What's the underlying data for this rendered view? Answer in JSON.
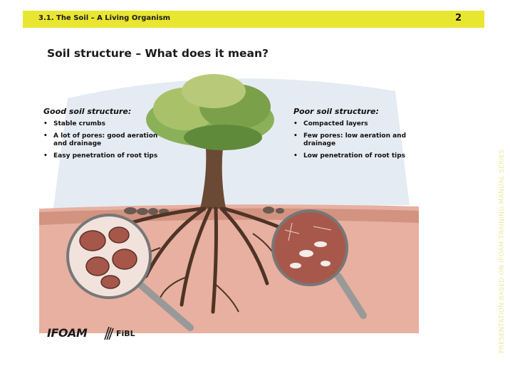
{
  "header": {
    "section": "3.1. The Soil – A Living Organism",
    "page_number": "2"
  },
  "title": "Soil structure – What does it mean?",
  "good": {
    "heading": "Good soil structure:",
    "items": [
      "Stable crumbs",
      "A lot of pores: good aeration and drainage",
      "Easy penetration of root tips"
    ]
  },
  "poor": {
    "heading": "Poor soil structure:",
    "items": [
      "Compacted layers",
      "Few pores: low aeration and drainage",
      "Low penetration of root tips"
    ]
  },
  "sidebar_text": "PRESENTATION BASED ON IFOAM TRAINING MANUAL SERIES",
  "logos": {
    "ifoam": "IFOAM",
    "fibl": "FiBL"
  },
  "colors": {
    "accent_bar": "#e9e632",
    "soil": "#d99a8a",
    "foliage": "#8bb05a"
  }
}
